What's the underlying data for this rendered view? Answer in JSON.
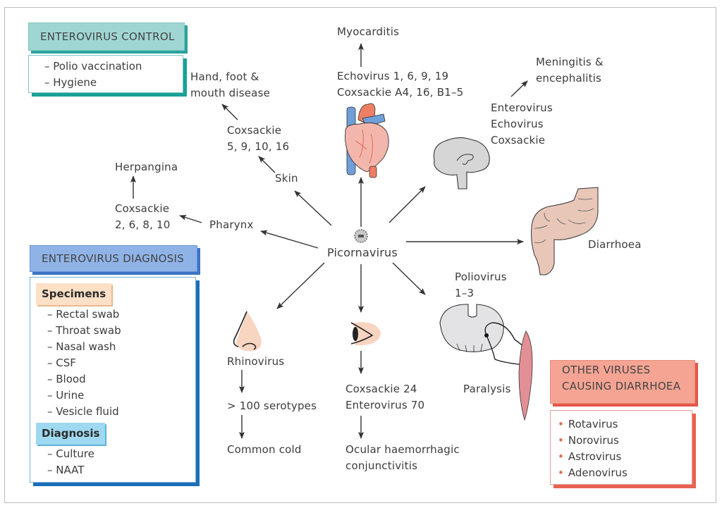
{
  "control_box": {
    "title": "ENTEROVIRUS CONTROL",
    "items": [
      "– Polio vaccination",
      "– Hygiene"
    ],
    "accent": "#2aa39b"
  },
  "diagnosis_box": {
    "title": "ENTEROVIRUS DIAGNOSIS",
    "specimens_label": "Specimens",
    "specimens": [
      "– Rectal swab",
      "– Throat swab",
      "– Nasal wash",
      "– CSF",
      "– Blood",
      "– Urine",
      "– Vesicle fluid"
    ],
    "diagnosis_label": "Diagnosis",
    "diagnosis": [
      "– Culture",
      "– NAAT"
    ],
    "accent": "#1a6fb6"
  },
  "diarrhoea_box": {
    "title_lines": [
      "OTHER VIRUSES",
      "CAUSING DIARRHOEA"
    ],
    "items": [
      "Rotavirus",
      "Norovirus",
      "Astrovirus",
      "Adenovirus"
    ],
    "bullet": "•",
    "accent": "#e8634f"
  },
  "center": {
    "label": "Picornavirus",
    "icon": "virus-particle-icon"
  },
  "nodes": {
    "myocarditis": "Myocarditis",
    "heart_viruses": [
      "Echovirus 1, 6, 9, 19",
      "Coxsackie A4, 16, B1–5"
    ],
    "meningitis": [
      "Meningitis &",
      "encephalitis"
    ],
    "brain_viruses": [
      "Enterovirus",
      "Echovirus",
      "Coxsackie"
    ],
    "hfmd": [
      "Hand, foot &",
      "mouth disease"
    ],
    "skin_viruses": [
      "Coxsackie",
      "5, 9, 10, 16"
    ],
    "skin": "Skin",
    "herpangina": "Herpangina",
    "pharynx_viruses": [
      "Coxsackie",
      "2, 6, 8, 10"
    ],
    "pharynx": "Pharynx",
    "diarrhoea": "Diarrhoea",
    "poliovirus": [
      "Poliovirus",
      "1–3"
    ],
    "paralysis": "Paralysis",
    "rhinovirus": "Rhinovirus",
    "serotypes": "> 100 serotypes",
    "common_cold": "Common cold",
    "eye_viruses": [
      "Coxsackie 24",
      "Enterovirus 70"
    ],
    "conjunctivitis": [
      "Ocular haemorrhagic",
      "conjunctivitis"
    ]
  }
}
